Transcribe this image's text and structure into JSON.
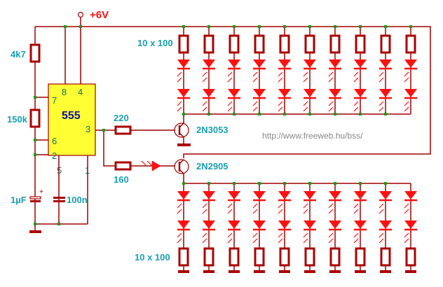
{
  "supply": {
    "label": "+6V"
  },
  "ic": {
    "label": "555",
    "pins": {
      "p8": "8",
      "p4": "4",
      "p7": "7",
      "p3": "3",
      "p6": "6",
      "p2": "2",
      "p5": "5",
      "p1": "1"
    }
  },
  "components": {
    "r1": "4k7",
    "r2": "150k",
    "c1": "1µF",
    "c1_polarity": "+",
    "c2": "100n",
    "r_base_top": "220",
    "r_base_bottom": "160",
    "q_top": "2N3053",
    "q_bottom": "2N2905",
    "top_resistors": "10 x 100",
    "bottom_resistors": "10 x 100"
  },
  "url": "http://www.freeweb.hu/bss/",
  "led_columns": 10,
  "colors": {
    "wire": "#a00000",
    "node": "#1a9a1a",
    "led": "#ff1010",
    "ic_fill": "#ffff33",
    "label": "#18a0b0"
  }
}
